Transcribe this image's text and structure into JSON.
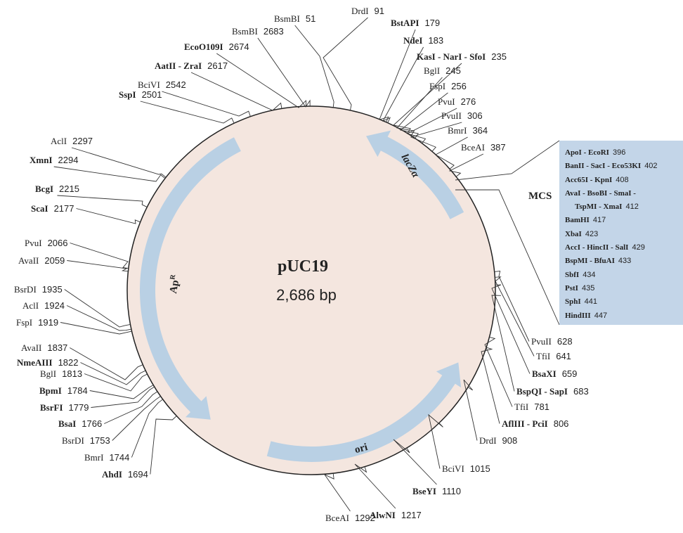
{
  "plasmid": {
    "name": "pUC19",
    "size_label": "2,686 bp",
    "total_bp": 2686,
    "colors": {
      "backbone_fill": "#f4e6df",
      "feature_arrow": "#b9d0e4",
      "mcs_box": "#c3d5e8",
      "text": "#222222"
    }
  },
  "features": [
    {
      "name": "lacZα",
      "start": 469,
      "end": 146,
      "direction": "reverse"
    },
    {
      "name": "ori",
      "start": 1455,
      "end": 866,
      "direction": "reverse"
    },
    {
      "name": "Ap",
      "superscript": "R",
      "start": 2486,
      "end": 1626,
      "direction": "reverse"
    }
  ],
  "mcs": {
    "label": "MCS",
    "entries": [
      {
        "enzymes": "ApoI - EcoRI",
        "position": "396"
      },
      {
        "enzymes": "BanII - SacI - Eco53KI",
        "position": "402"
      },
      {
        "enzymes": "Acc65I - KpnI",
        "position": "408"
      },
      {
        "enzymes": "AvaI - BsoBI - SmaI -",
        "position": ""
      },
      {
        "enzymes": "TspMI - XmaI",
        "position": "412",
        "indent": true
      },
      {
        "enzymes": "BamHI",
        "position": "417"
      },
      {
        "enzymes": "XbaI",
        "position": "423"
      },
      {
        "enzymes": "AccI - HincII - SalI",
        "position": "429"
      },
      {
        "enzymes": "BspMI - BfuAI",
        "position": "433"
      },
      {
        "enzymes": "SbfI",
        "position": "434"
      },
      {
        "enzymes": "PstI",
        "position": "435"
      },
      {
        "enzymes": "SphI",
        "position": "441"
      },
      {
        "enzymes": "HindIII",
        "position": "447"
      }
    ]
  },
  "sites": [
    {
      "enzyme": "BsmBI",
      "position": 51,
      "bold": false
    },
    {
      "enzyme": "DrdI",
      "position": 91,
      "bold": false
    },
    {
      "enzyme": "BstAPI",
      "position": 179,
      "bold": true
    },
    {
      "enzyme": "NdeI",
      "position": 183,
      "bold": true
    },
    {
      "enzyme": "KasI - NarI - SfoI",
      "position": 235,
      "bold": true
    },
    {
      "enzyme": "BglI",
      "position": 245,
      "bold": false
    },
    {
      "enzyme": "FspI",
      "position": 256,
      "bold": false
    },
    {
      "enzyme": "PvuI",
      "position": 276,
      "bold": false
    },
    {
      "enzyme": "PvuII",
      "position": 306,
      "bold": false
    },
    {
      "enzyme": "BmrI",
      "position": 364,
      "bold": false
    },
    {
      "enzyme": "BceAI",
      "position": 387,
      "bold": false
    },
    {
      "enzyme": "PvuII",
      "position": 628,
      "bold": false
    },
    {
      "enzyme": "TfiI",
      "position": 641,
      "bold": false
    },
    {
      "enzyme": "BsaXI",
      "position": 659,
      "bold": true
    },
    {
      "enzyme": "BspQI - SapI",
      "position": 683,
      "bold": true
    },
    {
      "enzyme": "TfiI",
      "position": 781,
      "bold": false
    },
    {
      "enzyme": "AflIII - PciI",
      "position": 806,
      "bold": true
    },
    {
      "enzyme": "DrdI",
      "position": 908,
      "bold": false
    },
    {
      "enzyme": "BciVI",
      "position": 1015,
      "bold": false
    },
    {
      "enzyme": "BseYI",
      "position": 1110,
      "bold": true
    },
    {
      "enzyme": "AlwNI",
      "position": 1217,
      "bold": true
    },
    {
      "enzyme": "BceAI",
      "position": 1292,
      "bold": false
    },
    {
      "enzyme": "AhdI",
      "position": 1694,
      "bold": true
    },
    {
      "enzyme": "BmrI",
      "position": 1744,
      "bold": false
    },
    {
      "enzyme": "BsrDI",
      "position": 1753,
      "bold": false
    },
    {
      "enzyme": "BsaI",
      "position": 1766,
      "bold": true
    },
    {
      "enzyme": "BsrFI",
      "position": 1779,
      "bold": true
    },
    {
      "enzyme": "BpmI",
      "position": 1784,
      "bold": true
    },
    {
      "enzyme": "BglI",
      "position": 1813,
      "bold": false
    },
    {
      "enzyme": "NmeAIII",
      "position": 1822,
      "bold": true
    },
    {
      "enzyme": "AvaII",
      "position": 1837,
      "bold": false
    },
    {
      "enzyme": "FspI",
      "position": 1919,
      "bold": false
    },
    {
      "enzyme": "AclI",
      "position": 1924,
      "bold": false
    },
    {
      "enzyme": "BsrDI",
      "position": 1935,
      "bold": false
    },
    {
      "enzyme": "AvaII",
      "position": 2059,
      "bold": false
    },
    {
      "enzyme": "PvuI",
      "position": 2066,
      "bold": false
    },
    {
      "enzyme": "ScaI",
      "position": 2177,
      "bold": true
    },
    {
      "enzyme": "BcgI",
      "position": 2215,
      "bold": true
    },
    {
      "enzyme": "XmnI",
      "position": 2294,
      "bold": true
    },
    {
      "enzyme": "AclI",
      "position": 2297,
      "bold": false
    },
    {
      "enzyme": "SspI",
      "position": 2501,
      "bold": true
    },
    {
      "enzyme": "BciVI",
      "position": 2542,
      "bold": false
    },
    {
      "enzyme": "AatII - ZraI",
      "position": 2617,
      "bold": true
    },
    {
      "enzyme": "EcoO109I",
      "position": 2674,
      "bold": true
    },
    {
      "enzyme": "BsmBI",
      "position": 2683,
      "bold": false
    }
  ]
}
